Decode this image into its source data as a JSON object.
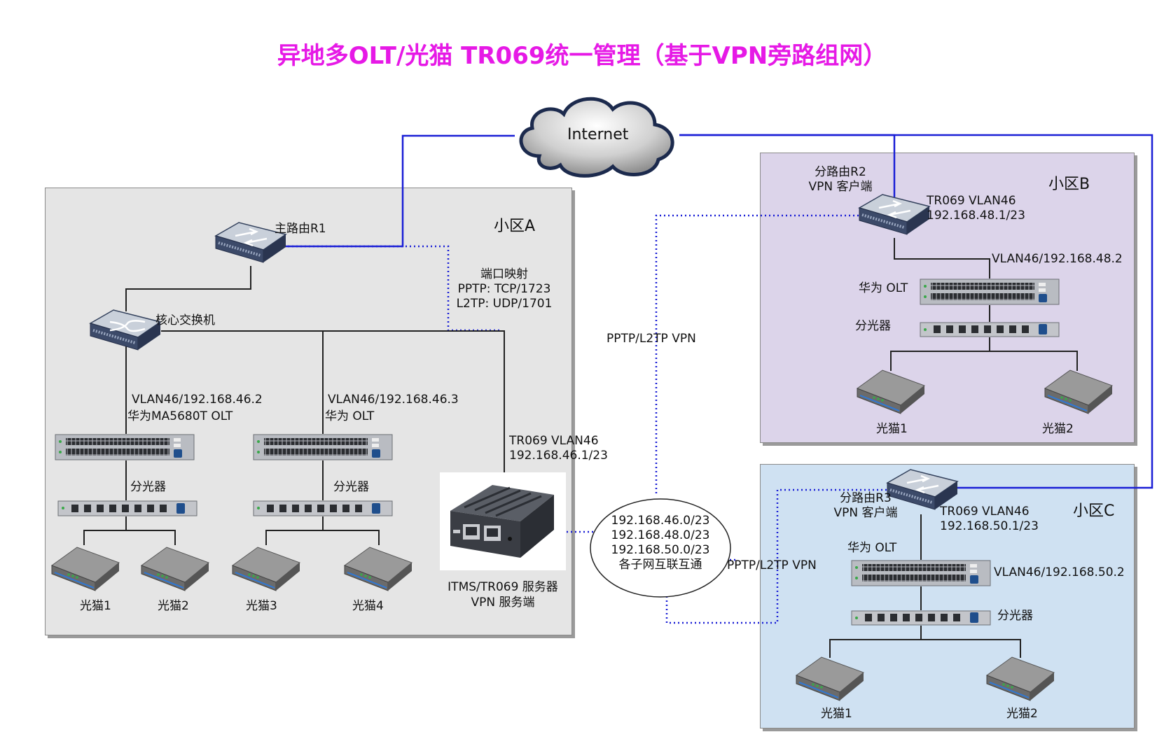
{
  "title": "异地多OLT/光猫 TR069统一管理（基于VPN旁路组网）",
  "internet": "Internet",
  "zone_a": {
    "name": "小区A",
    "main_router": "主路由R1",
    "core_switch": "核心交换机",
    "port_mapping": [
      "端口映射",
      "PPTP: TCP/1723",
      "L2TP: UDP/1701"
    ],
    "olt1": {
      "vlan": "VLAN46/192.168.46.2",
      "name": "华为MA5680T OLT"
    },
    "olt2": {
      "vlan": "VLAN46/192.168.46.3",
      "name": "华为 OLT"
    },
    "splitter1": "分光器",
    "splitter2": "分光器",
    "onus": [
      "光猫1",
      "光猫2",
      "光猫3",
      "光猫4"
    ],
    "tr069": [
      "TR069 VLAN46",
      "192.168.46.1/23"
    ],
    "server": [
      "ITMS/TR069 服务器",
      "VPN 服务端"
    ]
  },
  "zone_b": {
    "name": "小区B",
    "router": [
      "分路由R2",
      "VPN 客户端"
    ],
    "tr069": [
      "TR069 VLAN46",
      "192.168.48.1/23"
    ],
    "olt_vlan": "VLAN46/192.168.48.2",
    "olt": "华为 OLT",
    "splitter": "分光器",
    "onus": [
      "光猫1",
      "光猫2"
    ]
  },
  "zone_c": {
    "name": "小区C",
    "router": [
      "分路由R3",
      "VPN 客户端"
    ],
    "tr069": [
      "TR069 VLAN46",
      "192.168.50.1/23"
    ],
    "olt": "华为 OLT",
    "olt_vlan": "VLAN46/192.168.50.2",
    "splitter": "分光器",
    "onus": [
      "光猫1",
      "光猫2"
    ]
  },
  "vpn_label_b": "PPTP/L2TP VPN",
  "vpn_label_c": "PPTP/L2TP VPN",
  "subnets": [
    "192.168.46.0/23",
    "192.168.48.0/23",
    "192.168.50.0/23",
    "各子网互联互通"
  ],
  "colors": {
    "title": "#e619e6",
    "link": "#1a1fd6",
    "vpn": "#1a1fd6"
  }
}
